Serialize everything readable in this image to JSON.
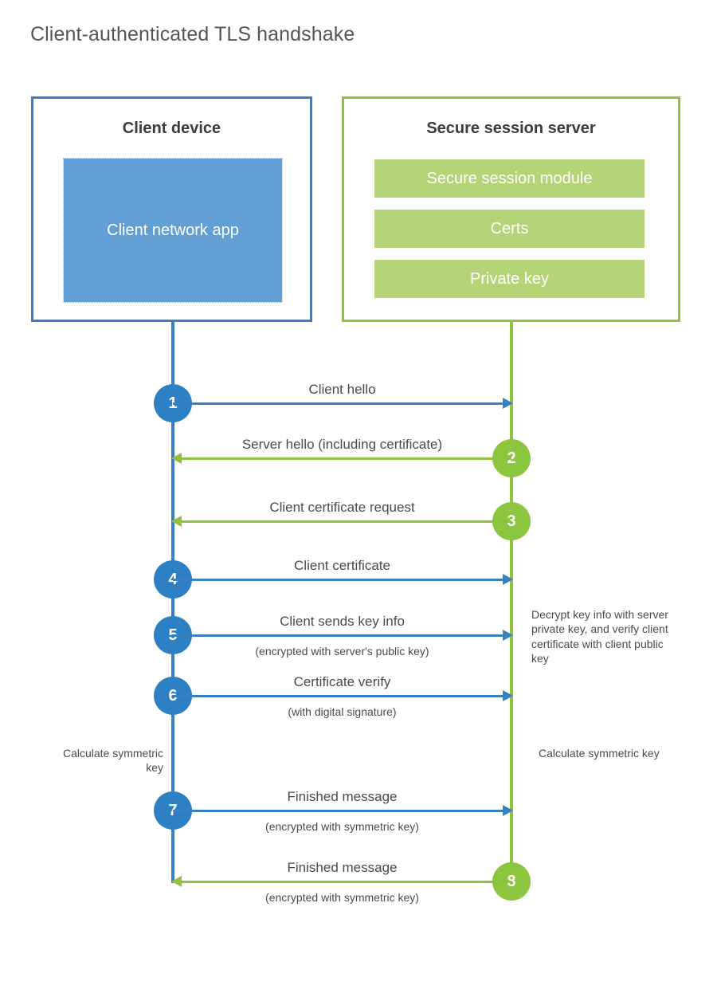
{
  "title": "Client-authenticated TLS handshake",
  "colors": {
    "blue_border": "#3a7fc1",
    "blue_circle": "#2e80c4",
    "blue_fill": "#629fd4",
    "green_border": "#8fc33f",
    "green_circle": "#8cc63e",
    "green_fill": "#b5d477",
    "text": "#4a4a4a",
    "background": "#ffffff"
  },
  "client": {
    "title": "Client device",
    "app_label": "Client network app"
  },
  "server": {
    "title": "Secure session server",
    "modules": [
      {
        "label": "Secure session module"
      },
      {
        "label": "Certs"
      },
      {
        "label": "Private key"
      }
    ]
  },
  "steps": [
    {
      "number": "1",
      "label": "Client hello",
      "sublabel": "",
      "direction": "right",
      "color": "blue",
      "origin": "client"
    },
    {
      "number": "2",
      "label": "Server hello (including certificate)",
      "sublabel": "",
      "direction": "left",
      "color": "green",
      "origin": "server"
    },
    {
      "number": "3",
      "label": "Client certificate request",
      "sublabel": "",
      "direction": "left",
      "color": "green",
      "origin": "server"
    },
    {
      "number": "4",
      "label": "Client certificate",
      "sublabel": "",
      "direction": "right",
      "color": "blue",
      "origin": "client"
    },
    {
      "number": "5",
      "label": "Client sends key info",
      "sublabel": "(encrypted with server's public key)",
      "direction": "right",
      "color": "blue",
      "origin": "client"
    },
    {
      "number": "6",
      "label": "Certificate verify",
      "sublabel": "(with digital signature)",
      "direction": "right",
      "color": "blue",
      "origin": "client"
    },
    {
      "number": "7",
      "label": "Finished message",
      "sublabel": "(encrypted with symmetric key)",
      "direction": "right",
      "color": "blue",
      "origin": "client"
    },
    {
      "number": "8",
      "label": "Finished message",
      "sublabel": "(encrypted with symmetric key)",
      "direction": "left",
      "color": "green",
      "origin": "server"
    }
  ],
  "notes": {
    "server_decrypt": "Decrypt key info with server private key, and verify client certificate with client public key",
    "client_symmetric_key": "Calculate symmetric key",
    "server_symmetric_key": "Calculate symmetric key"
  }
}
